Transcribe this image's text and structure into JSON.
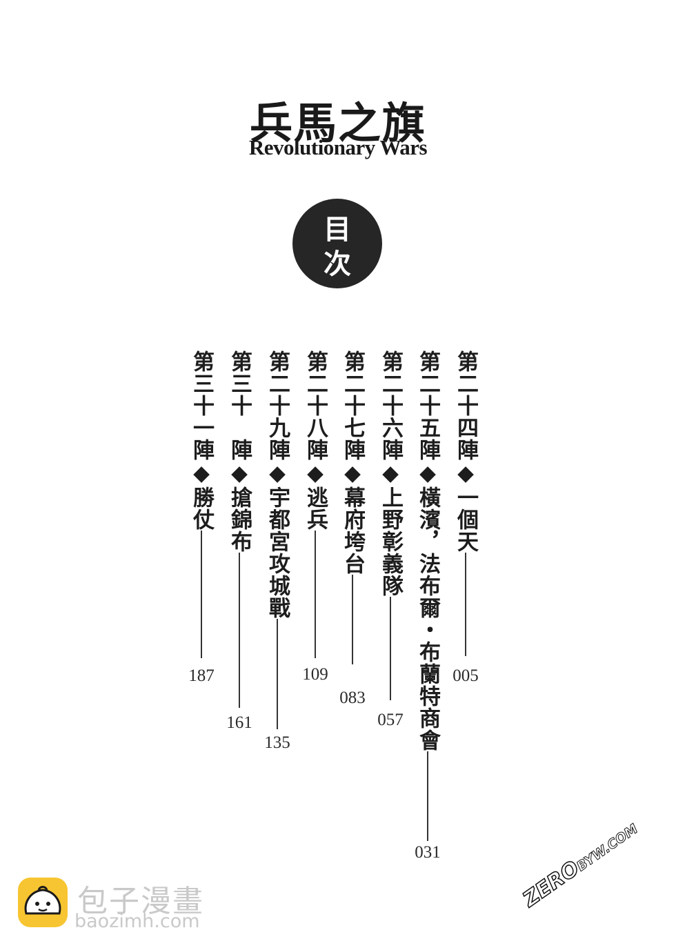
{
  "header": {
    "title_zh": "兵馬之旗",
    "title_en": "Revolutionary Wars"
  },
  "toc_badge": {
    "char1": "目",
    "char2": "次"
  },
  "chapters": [
    {
      "title": "第二十四陣◆一個天",
      "page": "005"
    },
    {
      "title": "第二十五陣◆橫濱，法布爾・布蘭特商會",
      "page": "031"
    },
    {
      "title": "第二十六陣◆上野彰義隊",
      "page": "057"
    },
    {
      "title": "第二十七陣◆幕府垮台",
      "page": "083"
    },
    {
      "title": "第二十八陣◆逃兵",
      "page": "109"
    },
    {
      "title": "第二十九陣◆宇都宮攻城戰",
      "page": "135"
    },
    {
      "title": "第三十　陣◆搶錦布",
      "page": "161"
    },
    {
      "title": "第三十一陣◆勝仗",
      "page": "187"
    }
  ],
  "watermarks": {
    "brand_name": "包子漫畫",
    "brand_url": "baozimh.com",
    "zero_main": "ZERO",
    "zero_small": "BYW.COM"
  },
  "colors": {
    "badge_bg": "#262626",
    "brand_yellow": "#f7c531"
  }
}
